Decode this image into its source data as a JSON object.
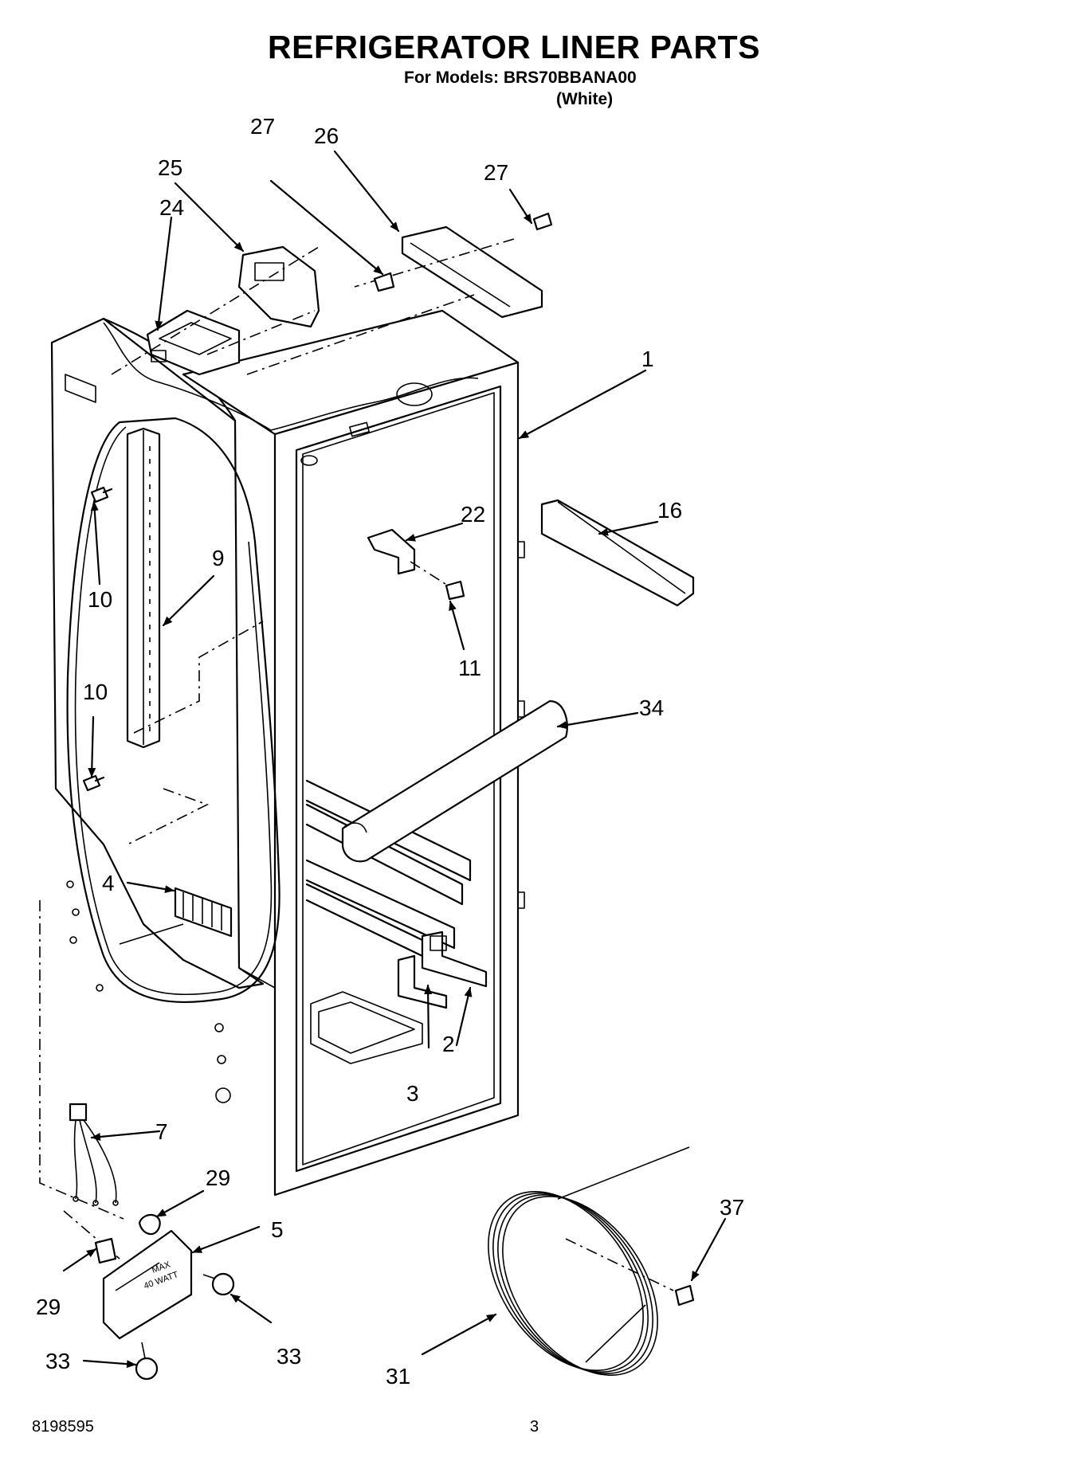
{
  "header": {
    "title": "REFRIGERATOR LINER PARTS",
    "models_line": "For Models: BRS70BBANA00",
    "variant": "(White)"
  },
  "footer": {
    "doc_number": "8198595",
    "page_number": "3"
  },
  "callouts": {
    "c1": "1",
    "c2": "2",
    "c3": "3",
    "c4": "4",
    "c5": "5",
    "c7": "7",
    "c9": "9",
    "c10a": "10",
    "c10b": "10",
    "c11": "11",
    "c16": "16",
    "c22": "22",
    "c24": "24",
    "c25": "25",
    "c26": "26",
    "c27a": "27",
    "c27b": "27",
    "c29a": "29",
    "c29b": "29",
    "c31": "31",
    "c33a": "33",
    "c33b": "33",
    "c34": "34",
    "c37": "37"
  },
  "lamp_label": {
    "line1": "MAX",
    "line2": "40 WATT"
  }
}
